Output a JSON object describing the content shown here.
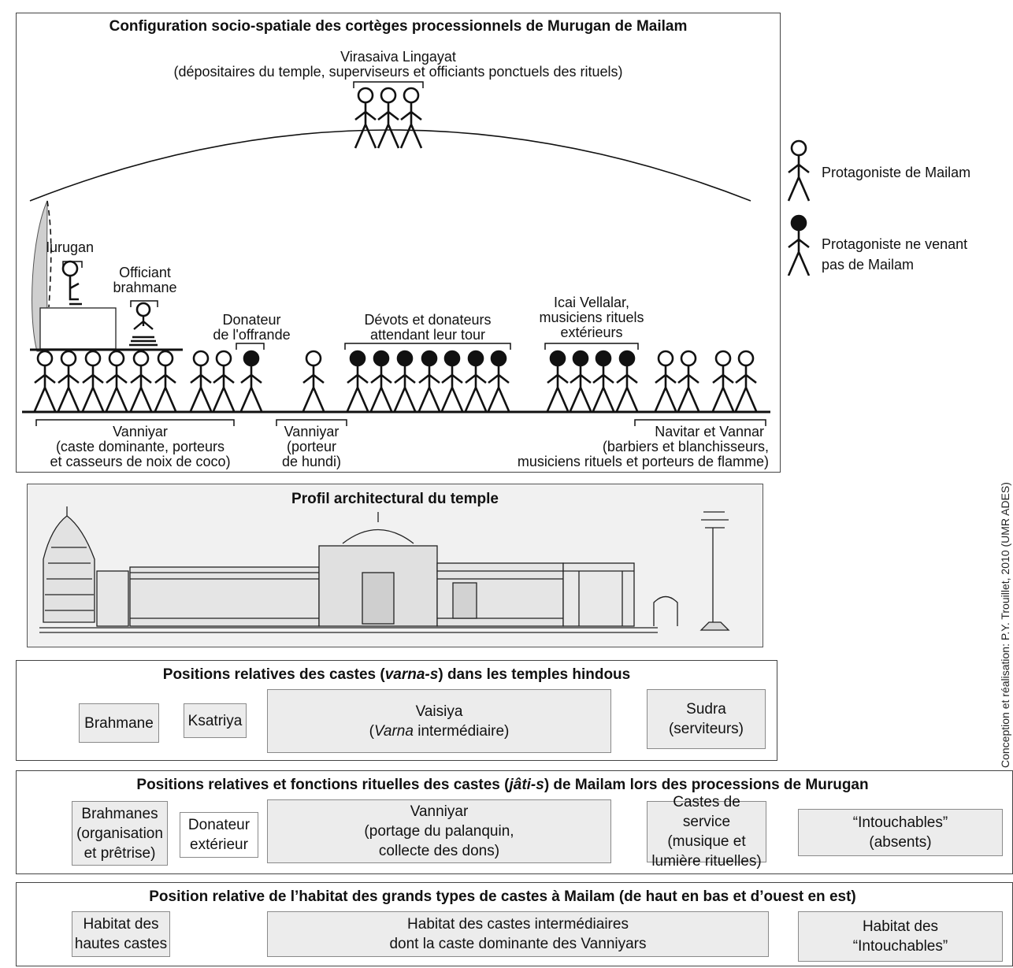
{
  "procession": {
    "title": "Configuration socio-spatiale des cortèges processionnels de Murugan de Mailam",
    "virasaiva_line1": "Virasaiva Lingayat",
    "virasaiva_line2": "(dépositaires du temple, superviseurs et officiants ponctuels des rituels)",
    "murugan": "Murugan",
    "officiant_line1": "Officiant",
    "officiant_line2": "brahmane",
    "donateur_line1": "Donateur",
    "donateur_line2": "de l'offrande",
    "devots_line1": "Dévots et donateurs",
    "devots_line2": "attendant leur tour",
    "icai_line1": "Icai Vellalar,",
    "icai_line2": "musiciens rituels",
    "icai_line3": "extérieurs",
    "vanniyar1_line1": "Vanniyar",
    "vanniyar1_line2": "(caste dominante, porteurs",
    "vanniyar1_line3": "et casseurs de noix de coco)",
    "vanniyar2_line1": "Vanniyar",
    "vanniyar2_line2": "(porteur",
    "vanniyar2_line3": "de hundi)",
    "navitar_line1": "Navitar et Vannar",
    "navitar_line2": "(barbiers et blanchisseurs,",
    "navitar_line3": "musiciens rituels et porteurs de flamme)"
  },
  "legend": {
    "open_label": "Protagoniste de Mailam",
    "filled_line1": "Protagoniste ne venant",
    "filled_line2": "pas de Mailam"
  },
  "temple": {
    "title": "Profil architectural du temple"
  },
  "varna": {
    "title_pre": "Positions relatives des castes (",
    "title_em": "varna-s",
    "title_post": ") dans les temples hindous",
    "brahmane": "Brahmane",
    "ksatriya": "Ksatriya",
    "vaisiya_line1": "Vaisiya",
    "vaisiya_em": "Varna",
    "vaisiya_line2_rest": " intermédiaire)",
    "sudra_line1": "Sudra",
    "sudra_line2": "(serviteurs)"
  },
  "jati": {
    "title_pre": "Positions relatives et fonctions rituelles des castes (",
    "title_em": "jâti-s",
    "title_post": ") de Mailam lors des processions de Murugan",
    "brahmanes": [
      "Brahmanes",
      "(organisation",
      "et prêtrise)"
    ],
    "donateur": [
      "Donateur",
      "extérieur"
    ],
    "vanniyar": [
      "Vanniyar",
      "(portage du palanquin,",
      "collecte des dons)"
    ],
    "service": [
      "Castes de service",
      "(musique et",
      "lumière rituelles)"
    ],
    "intouchables": [
      "“Intouchables”",
      "(absents)"
    ]
  },
  "habitat": {
    "title": "Position relative de l’habitat des grands types de castes à Mailam (de haut en bas et d’ouest en est)",
    "hautes": [
      "Habitat des",
      "hautes castes"
    ],
    "intermediaires": [
      "Habitat des castes intermédiaires",
      "dont la caste dominante des Vanniyars"
    ],
    "intouchables": [
      "Habitat des",
      "“Intouchables”"
    ]
  },
  "credit": "Conception et réalisation: P.Y. Trouillet, 2010 (UMR ADES)"
}
